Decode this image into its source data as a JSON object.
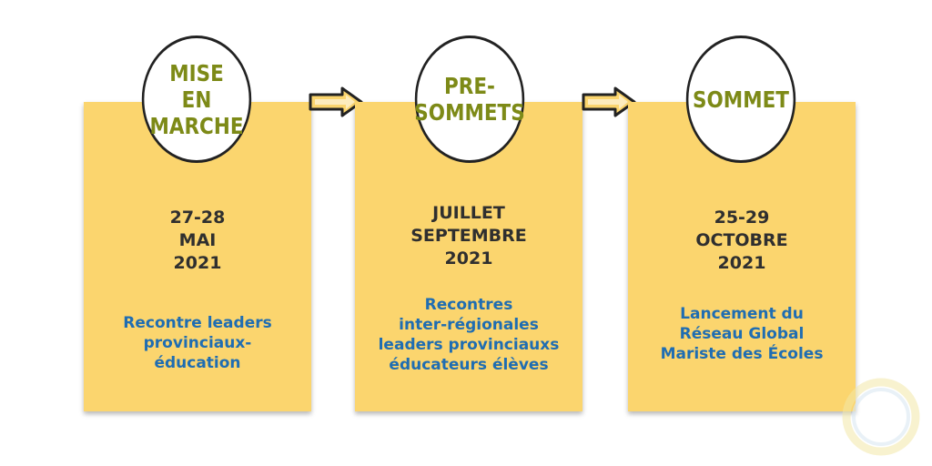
{
  "stages": [
    {
      "title": "MISE\nEN\nMARCHE",
      "date": "27-28\nMAI\n2021",
      "description": "Recontre leaders\nprovinciaux-\néducation"
    },
    {
      "title": "PRE-\nSOMMETS",
      "date": "JUILLET\nSEPTEMBRE\n2021",
      "description": "Recontres\ninter-régionales\nleaders provinciauxs\néducateurs élèves"
    },
    {
      "title": "SOMMET",
      "date": "25-29\nOCTOBRE\n2021",
      "description": "Lancement du\nRéseau Global\nMariste des Écoles"
    }
  ],
  "colors": {
    "card_fill": "#fbd56e",
    "title_text": "#7d8a17",
    "date_text": "#2f2f2f",
    "description_text": "#1f6db2",
    "arrow_fill": "#fbd56e",
    "arrow_stroke": "#222222"
  },
  "icons": [
    "right-arrow-icon",
    "ring-logo-icon"
  ]
}
